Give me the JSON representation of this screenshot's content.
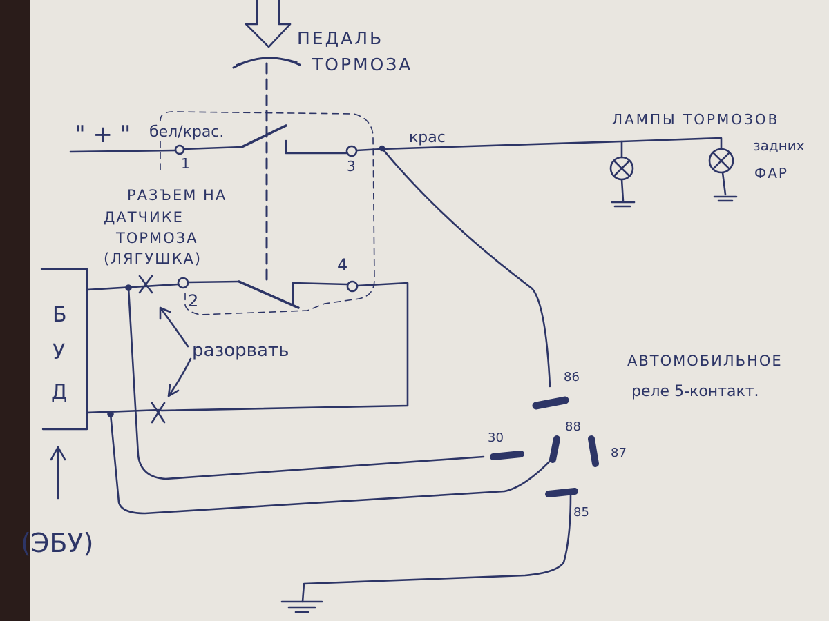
{
  "colors": {
    "paper": "#e9e6e0",
    "ink": "#2d3566",
    "edge": "#2a1c1a"
  },
  "labels": {
    "pedal_line1": "ПЕДАЛЬ",
    "pedal_line2": "ТОРМОЗА",
    "plus": "\" + \"",
    "wire_white_red": "бел/крас.",
    "wire_red": "крас",
    "lamps_title": "ЛАМПЫ ТОРМОЗОВ",
    "lamps_sub1": "задних",
    "lamps_sub2": "ФАР",
    "connector_line1": "РАЗЪЕМ НА",
    "connector_line2": "ДАТЧИКЕ",
    "connector_line3": "ТОРМОЗА",
    "connector_line4": "(ЛЯГУШКА)",
    "pin1": "1",
    "pin2": "2",
    "pin3": "3",
    "pin4": "4",
    "bud_b": "Б",
    "bud_u": "У",
    "bud_d": "Д",
    "ecu": "(ЭБУ)",
    "break_note": "разорвать",
    "relay_line1": "АВТОМОБИЛЬНОЕ",
    "relay_line2": "реле 5-контакт.",
    "relay_86": "86",
    "relay_88": "88",
    "relay_87": "87",
    "relay_30": "30",
    "relay_85": "85"
  }
}
